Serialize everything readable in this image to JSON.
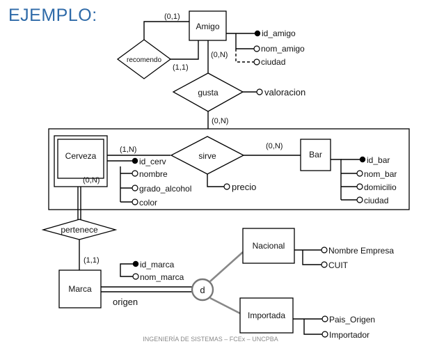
{
  "title": "EJEMPLO:",
  "footer": "INGENIERÍA DE SISTEMAS – FCEx – UNCPBA",
  "entities": {
    "amigo": "Amigo",
    "cerveza": "Cerveza",
    "bar": "Bar",
    "marca": "Marca",
    "nacional": "Nacional",
    "importada": "Importada"
  },
  "relationships": {
    "recomendo": "recomendo",
    "gusta": "gusta",
    "sirve": "sirve",
    "pertenece": "pertenece"
  },
  "specialization": {
    "symbol": "d",
    "label": "origen"
  },
  "attributes": {
    "amigo": [
      "id_amigo",
      "nom_amigo",
      "ciudad"
    ],
    "gusta": [
      "valoracion"
    ],
    "sirve": [
      "precio"
    ],
    "cerveza": [
      "id_cerv",
      "nombre",
      "grado_alcohol",
      "color"
    ],
    "bar": [
      "id_bar",
      "nom_bar",
      "domicilio",
      "ciudad"
    ],
    "marca": [
      "id_marca",
      "nom_marca"
    ],
    "nacional": [
      "Nombre Empresa",
      "CUIT"
    ],
    "importada": [
      "Pais_Origen",
      "Importador"
    ]
  },
  "cardinalities": {
    "recomendo_top": "(0,1)",
    "recomendo_bottom": "(1,1)",
    "amigo_gusta": "(0,N)",
    "gusta_aggregate": "(0,N)",
    "cerveza_sirve": "(1,N)",
    "bar_sirve": "(0,N)",
    "cerveza_pertenece": "(0,N)",
    "marca_pertenece": "(1,1)"
  }
}
